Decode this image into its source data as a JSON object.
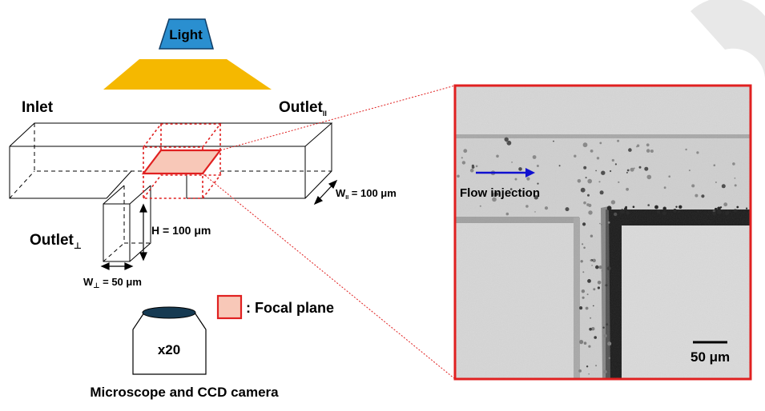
{
  "light": {
    "label": "Light"
  },
  "channel": {
    "inlet": "Inlet",
    "outlet_parallel": "Outlet",
    "outlet_parallel_sub": "II",
    "outlet_perp": "Outlet",
    "outlet_perp_sub": "⊥",
    "w_parallel_prefix": "W",
    "w_parallel_sub": "II",
    "w_parallel_value": " = 100 μm",
    "height": "H = 100 μm",
    "w_perp_prefix": "W",
    "w_perp_sub": "⊥",
    "w_perp_value": " = 50 μm"
  },
  "legend": {
    "focal_plane": ": Focal plane"
  },
  "microscope": {
    "objective": "x20",
    "caption": "Microscope and CCD camera"
  },
  "micrograph": {
    "flow_label": "Flow injection",
    "scale_bar": "50 μm"
  },
  "colors": {
    "light_box": "#2a8fd0",
    "light_beam": "#f5b800",
    "focal_box": "#e02020",
    "focal_fill": "#f8c8b8",
    "flow_arrow": "#1010d0",
    "objective_top": "#163a52"
  }
}
